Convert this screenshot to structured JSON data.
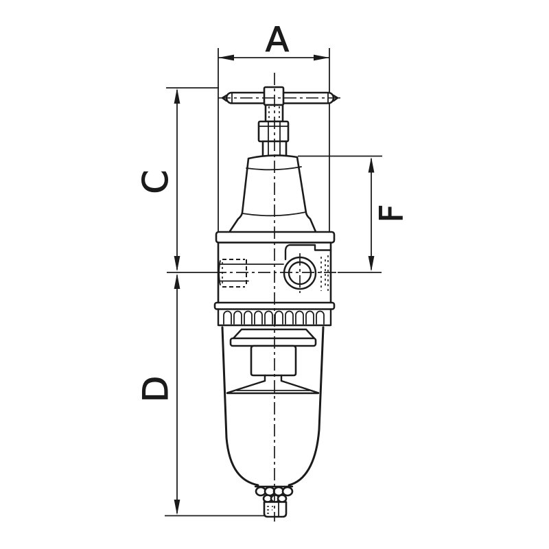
{
  "drawing": {
    "subject": "air filter-regulator unit, front elevation technical line drawing",
    "background_color": "#ffffff",
    "line_color": "#1b1b1b"
  },
  "dimension_labels": {
    "a": "A",
    "c": "C",
    "d": "D",
    "f": "F"
  }
}
